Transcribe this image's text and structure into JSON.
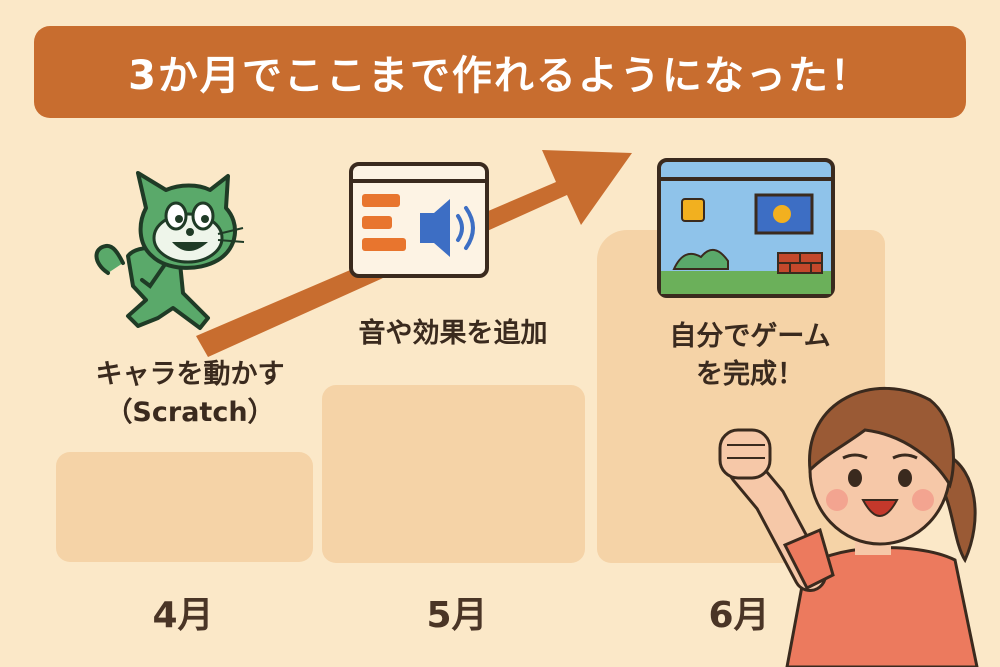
{
  "header": {
    "title": "3か月でここまで作れるようになった！"
  },
  "steps": [
    {
      "month": "4月",
      "caption_line1": "キャラを動かす",
      "caption_line2": "（Scratch）",
      "icon": "scratch-cat-icon"
    },
    {
      "month": "5月",
      "caption_line1": "音や効果を追加",
      "icon": "sound-panel-icon"
    },
    {
      "month": "6月",
      "caption_line1": "自分でゲーム",
      "caption_line2": "を完成！",
      "icon": "game-screen-icon"
    }
  ],
  "colors": {
    "background": "#fbe8c8",
    "banner": "#c86d2f",
    "step_block": "#f5d3a7",
    "arrow": "#c86d2f"
  },
  "decor": {
    "arrow": "progress-arrow",
    "person": "cheering-girl-illustration"
  }
}
